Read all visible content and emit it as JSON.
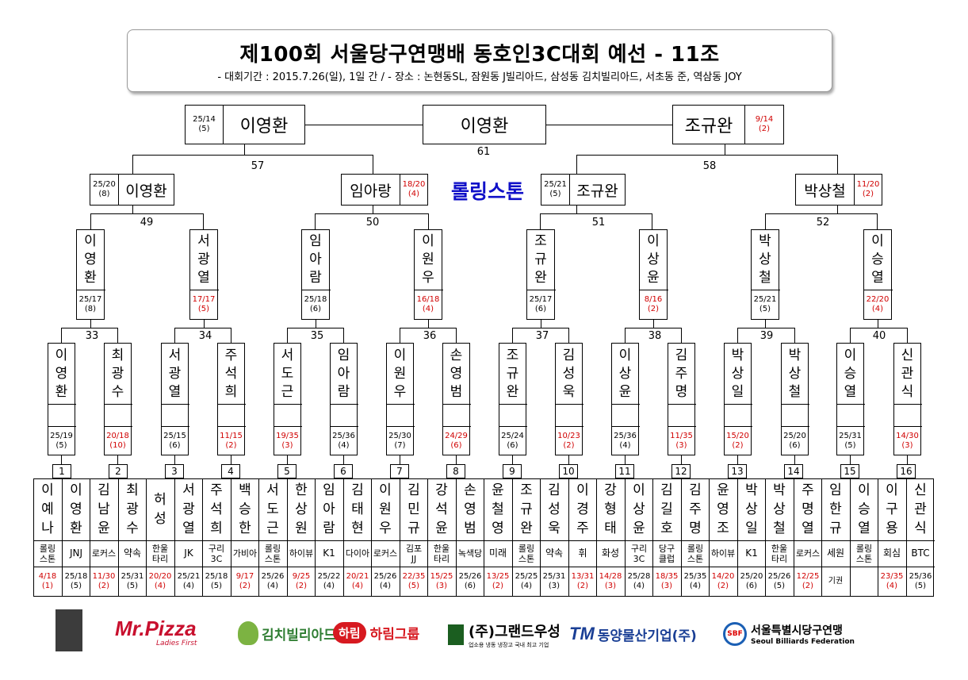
{
  "header": {
    "title": "제100회 서울당구연맹배 동호인3C대회 예선 - 11조",
    "info": "- 대회기간 : 2015.7.26(일), 1일 간 / - 장소 : 논현동SL, 잠원동 J빌리아드, 삼성동 김치빌리아드, 서초동 준, 역삼동 JOY"
  },
  "final": {
    "left_name": "이영환",
    "left_score": "25/14",
    "left_inn": "(5)",
    "winner": "이영환",
    "match_no": "61",
    "right_name": "조규완",
    "right_score": "9/14",
    "right_inn": "(2)"
  },
  "semis": [
    {
      "no": "57",
      "left_name": "이영환",
      "left_score": "25/20",
      "left_inn": "(8)",
      "right_name": "임아랑",
      "right_score": "18/20",
      "right_inn": "(4)"
    },
    {
      "no": "58",
      "left_name": "조규완",
      "left_score": "25/21",
      "left_inn": "(5)",
      "right_name": "박상철",
      "right_score": "11/20",
      "right_inn": "(2)"
    }
  ],
  "sponsor_text": "롤링스톤",
  "quarters": [
    {
      "no": "49",
      "name": "이영환",
      "score": "25/17",
      "inn": "(8)",
      "red": false
    },
    {
      "no": "",
      "name": "서광열",
      "score": "17/17",
      "inn": "(5)",
      "red": true
    },
    {
      "no": "50",
      "name": "임아람",
      "score": "25/18",
      "inn": "(6)",
      "red": false
    },
    {
      "no": "",
      "name": "이원우",
      "score": "16/18",
      "inn": "(4)",
      "red": true
    },
    {
      "no": "51",
      "name": "조규완",
      "score": "25/17",
      "inn": "(6)",
      "red": false
    },
    {
      "no": "",
      "name": "이상윤",
      "score": "8/16",
      "inn": "(2)",
      "red": true
    },
    {
      "no": "52",
      "name": "박상철",
      "score": "25/21",
      "inn": "(5)",
      "red": false
    },
    {
      "no": "",
      "name": "이승열",
      "score": "22/20",
      "inn": "(4)",
      "red": true
    }
  ],
  "round2_nos": [
    "33",
    "34",
    "35",
    "36",
    "37",
    "38",
    "39",
    "40"
  ],
  "round2": [
    {
      "name": "이영환",
      "score": "25/19",
      "inn": "(5)",
      "red": false
    },
    {
      "name": "최광수",
      "score": "20/18",
      "inn": "(10)",
      "red": true
    },
    {
      "name": "서광열",
      "score": "25/15",
      "inn": "(6)",
      "red": false
    },
    {
      "name": "주석희",
      "score": "11/15",
      "inn": "(2)",
      "red": true
    },
    {
      "name": "서도근",
      "score": "19/35",
      "inn": "(3)",
      "red": true
    },
    {
      "name": "임아람",
      "score": "25/36",
      "inn": "(4)",
      "red": false
    },
    {
      "name": "이원우",
      "score": "25/30",
      "inn": "(7)",
      "red": false
    },
    {
      "name": "손영범",
      "score": "24/29",
      "inn": "(6)",
      "red": true
    },
    {
      "name": "조규완",
      "score": "25/24",
      "inn": "(6)",
      "red": false
    },
    {
      "name": "김성욱",
      "score": "10/23",
      "inn": "(2)",
      "red": true
    },
    {
      "name": "이상윤",
      "score": "25/36",
      "inn": "(4)",
      "red": false
    },
    {
      "name": "김주명",
      "score": "11/35",
      "inn": "(3)",
      "red": true
    },
    {
      "name": "박상일",
      "score": "15/20",
      "inn": "(2)",
      "red": true
    },
    {
      "name": "박상철",
      "score": "25/20",
      "inn": "(6)",
      "red": false
    },
    {
      "name": "이승열",
      "score": "25/31",
      "inn": "(5)",
      "red": false
    },
    {
      "name": "신관식",
      "score": "14/30",
      "inn": "(3)",
      "red": true
    }
  ],
  "round1_nos": [
    "1",
    "2",
    "3",
    "4",
    "5",
    "6",
    "7",
    "8",
    "9",
    "10",
    "11",
    "12",
    "13",
    "14",
    "15",
    "16"
  ],
  "players": [
    {
      "name": "이예나",
      "club": "롤링스톤",
      "score": "4/18",
      "inn": "(1)",
      "red": true
    },
    {
      "name": "이영환",
      "club": "JNJ",
      "score": "25/18",
      "inn": "(5)",
      "red": false
    },
    {
      "name": "김남윤",
      "club": "로커스",
      "score": "11/30",
      "inn": "(2)",
      "red": true
    },
    {
      "name": "최광수",
      "club": "약속",
      "score": "25/31",
      "inn": "(5)",
      "red": false
    },
    {
      "name": "허성",
      "club": "한울타리",
      "score": "20/20",
      "inn": "(4)",
      "red": true
    },
    {
      "name": "서광열",
      "club": "JK",
      "score": "25/21",
      "inn": "(4)",
      "red": false
    },
    {
      "name": "주석희",
      "club": "구리3C",
      "score": "25/18",
      "inn": "(5)",
      "red": false
    },
    {
      "name": "백승한",
      "club": "가비아",
      "score": "9/17",
      "inn": "(2)",
      "red": true
    },
    {
      "name": "서도근",
      "club": "롤링스톤",
      "score": "25/26",
      "inn": "(4)",
      "red": false
    },
    {
      "name": "한상원",
      "club": "하이뷰",
      "score": "9/25",
      "inn": "(2)",
      "red": true
    },
    {
      "name": "임아람",
      "club": "K1",
      "score": "25/22",
      "inn": "(4)",
      "red": false
    },
    {
      "name": "김태현",
      "club": "다이아",
      "score": "20/21",
      "inn": "(4)",
      "red": true
    },
    {
      "name": "이원우",
      "club": "로커스",
      "score": "25/26",
      "inn": "(4)",
      "red": false
    },
    {
      "name": "김민규",
      "club": "김포JJ",
      "score": "22/35",
      "inn": "(5)",
      "red": true
    },
    {
      "name": "강석윤",
      "club": "한울타리",
      "score": "15/25",
      "inn": "(3)",
      "red": true
    },
    {
      "name": "손영범",
      "club": "녹색당",
      "score": "25/26",
      "inn": "(6)",
      "red": false
    },
    {
      "name": "윤철영",
      "club": "미래",
      "score": "13/25",
      "inn": "(2)",
      "red": true
    },
    {
      "name": "조규완",
      "club": "롤링스톤",
      "score": "25/25",
      "inn": "(4)",
      "red": false
    },
    {
      "name": "김성욱",
      "club": "약속",
      "score": "25/31",
      "inn": "(3)",
      "red": false
    },
    {
      "name": "이경주",
      "club": "휘",
      "score": "13/31",
      "inn": "(2)",
      "red": true
    },
    {
      "name": "강형태",
      "club": "화성",
      "score": "14/28",
      "inn": "(3)",
      "red": true
    },
    {
      "name": "이상윤",
      "club": "구리3C",
      "score": "25/28",
      "inn": "(4)",
      "red": false
    },
    {
      "name": "김길호",
      "club": "당구클럽",
      "score": "18/35",
      "inn": "(3)",
      "red": true
    },
    {
      "name": "김주명",
      "club": "롤링스톤",
      "score": "25/35",
      "inn": "(4)",
      "red": false
    },
    {
      "name": "윤영조",
      "club": "하이뷰",
      "score": "14/20",
      "inn": "(2)",
      "red": true
    },
    {
      "name": "박상일",
      "club": "K1",
      "score": "25/20",
      "inn": "(6)",
      "red": false
    },
    {
      "name": "박상철",
      "club": "한울타리",
      "score": "25/26",
      "inn": "(5)",
      "red": false
    },
    {
      "name": "주명열",
      "club": "로커스",
      "score": "12/25",
      "inn": "(2)",
      "red": true
    },
    {
      "name": "임한규",
      "club": "세원",
      "score": "기권",
      "inn": "",
      "red": false
    },
    {
      "name": "이승열",
      "club": "롤링스톤",
      "score": "",
      "inn": "",
      "red": false
    },
    {
      "name": "이구용",
      "club": "회심",
      "score": "23/35",
      "inn": "(4)",
      "red": true
    },
    {
      "name": "신관식",
      "club": "BTC",
      "score": "25/36",
      "inn": "(5)",
      "red": false
    }
  ],
  "sponsors": {
    "mrpizza": "Mr.Pizza",
    "mrpizza_sub": "Ladies First",
    "kimchi": "김치빌리아드",
    "harim_mark": "하림",
    "harim": "하림그룹",
    "grand": "(주)그랜드우성",
    "grand_sub": "업소용 냉동 냉장고 국내 최고 기업",
    "dongyang_mark": "TM",
    "dongyang": "동양물산기업(주)",
    "federation": "서울특별시당구연맹",
    "federation_en": "Seoul Billiards Federation",
    "federation_mark": "SBF"
  }
}
